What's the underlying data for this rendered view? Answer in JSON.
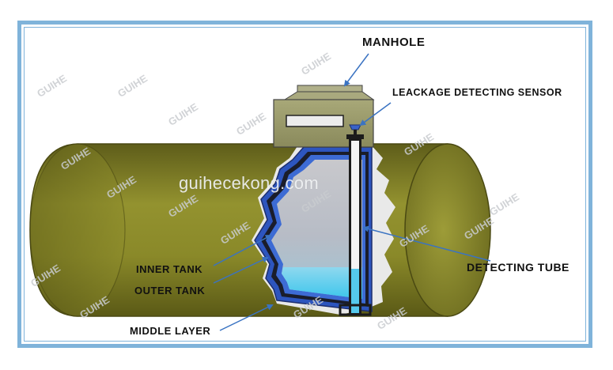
{
  "labels": {
    "manhole": "MANHOLE",
    "leakage_sensor": "LEACKAGE DETECTING SENSOR",
    "detecting_tube": "DETECTING TUBE",
    "inner_tank": "INNER TANK",
    "outer_tank": "OUTER TANK",
    "middle_layer": "MIDDLE LAYER"
  },
  "watermark": {
    "site": "guihecekong.com",
    "brand": "GUIHE"
  },
  "colors": {
    "frame": "#7fb3da",
    "tank_body": "#8b8a2c",
    "manhole": "#9a9a6e",
    "tank_wall": "#3a63c8",
    "liquid": "#4fd0f0",
    "arrow": "#3a73c2"
  }
}
